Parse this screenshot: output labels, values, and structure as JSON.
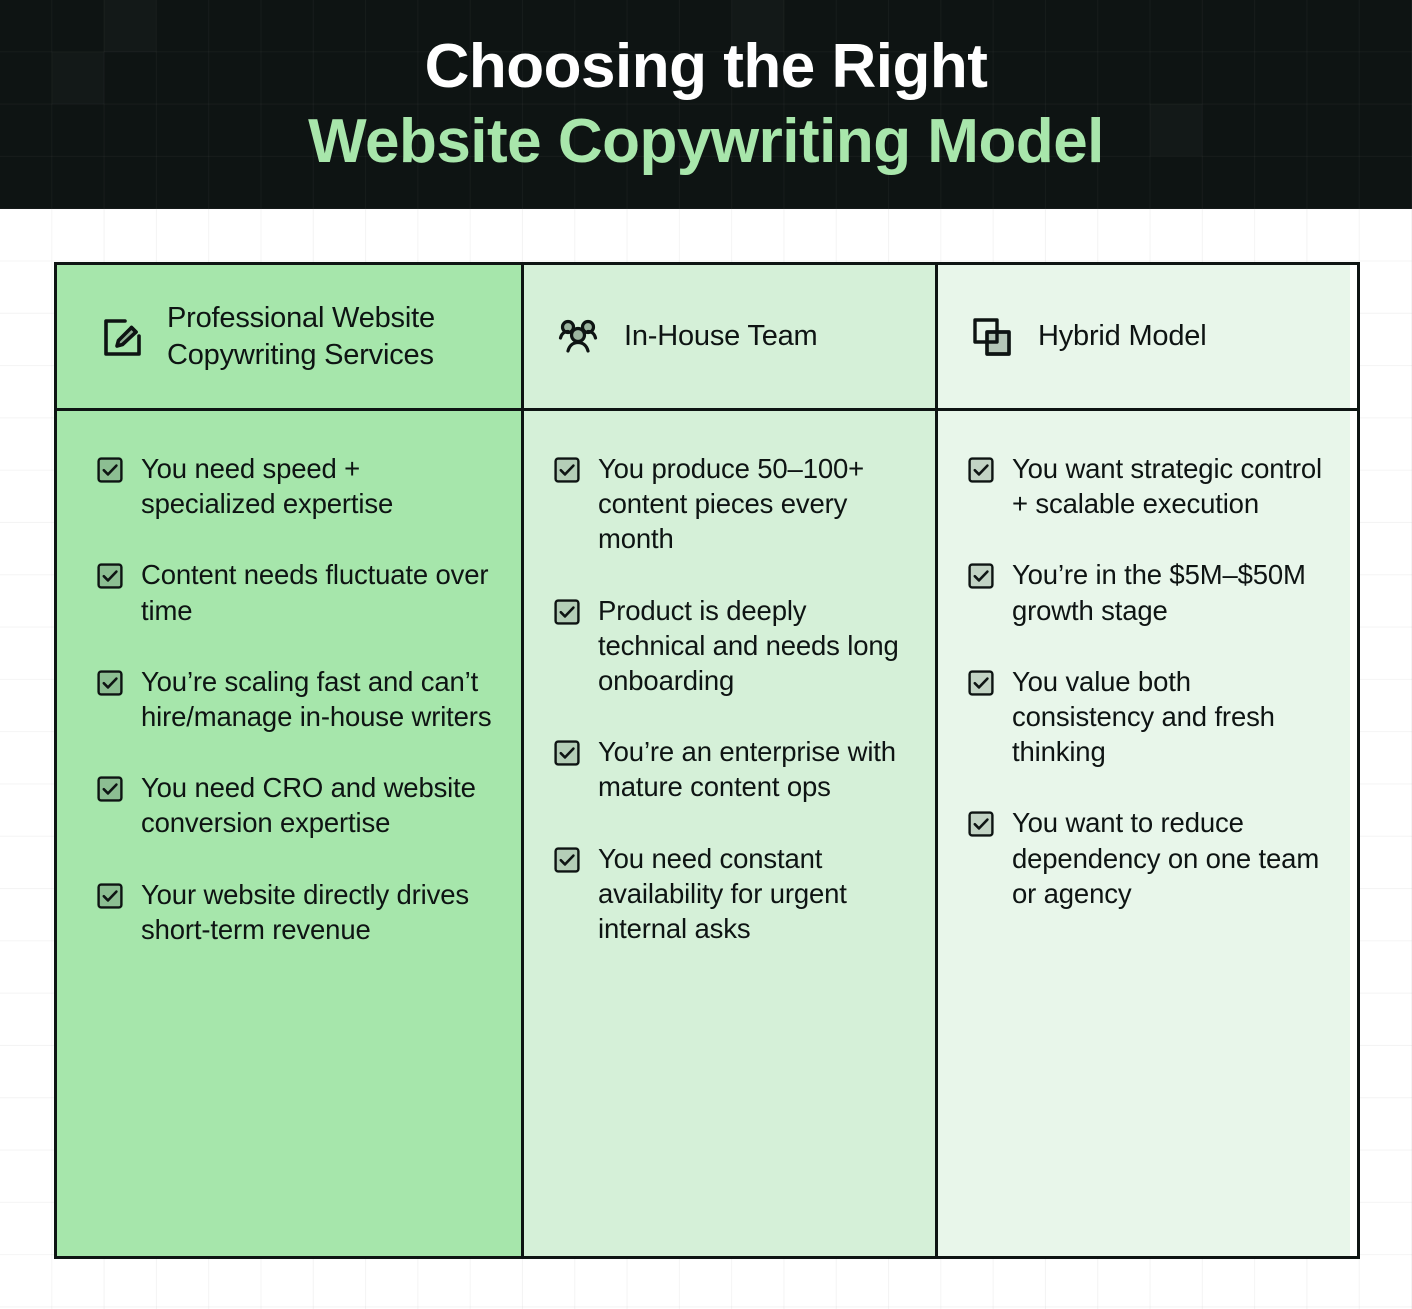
{
  "header": {
    "title_line1": "Choosing the Right",
    "title_line2": "Website Copywriting Model",
    "bg_color": "#0e1413",
    "accent_color": "#a8e6ab"
  },
  "table": {
    "columns": [
      {
        "id": "professional-services",
        "icon": "edit-square-icon",
        "label": "Professional Website Copywriting Services",
        "header_bg": "#a6e6ab",
        "body_bg": "#a6e6ab",
        "items": [
          "You need speed + specialized expertise",
          "Content needs fluctuate over time",
          "You’re scaling fast and can’t hire/manage in-house writers",
          "You need CRO and website conversion expertise",
          "Your website directly drives short-term revenue"
        ]
      },
      {
        "id": "in-house-team",
        "icon": "users-group-icon",
        "label": "In-House Team",
        "header_bg": "#d5f0d8",
        "body_bg": "#d5f0d8",
        "items": [
          "You produce 50–100+ content pieces every month",
          "Product is deeply technical and needs long onboarding",
          "You’re an enterprise with mature content ops",
          "You need constant availability for urgent internal asks"
        ]
      },
      {
        "id": "hybrid-model",
        "icon": "overlapping-squares-icon",
        "label": "Hybrid Model",
        "header_bg": "#e8f6ea",
        "body_bg": "#e8f6ea",
        "items": [
          "You want strategic control + scalable execution",
          "You’re in the $5M–$50M growth stage",
          "You value both consistency and fresh thinking",
          "You want to reduce dependency on one team or agency"
        ]
      }
    ],
    "checkbox_icon": "checkbox-checked-icon",
    "border_color": "#0e1413"
  }
}
